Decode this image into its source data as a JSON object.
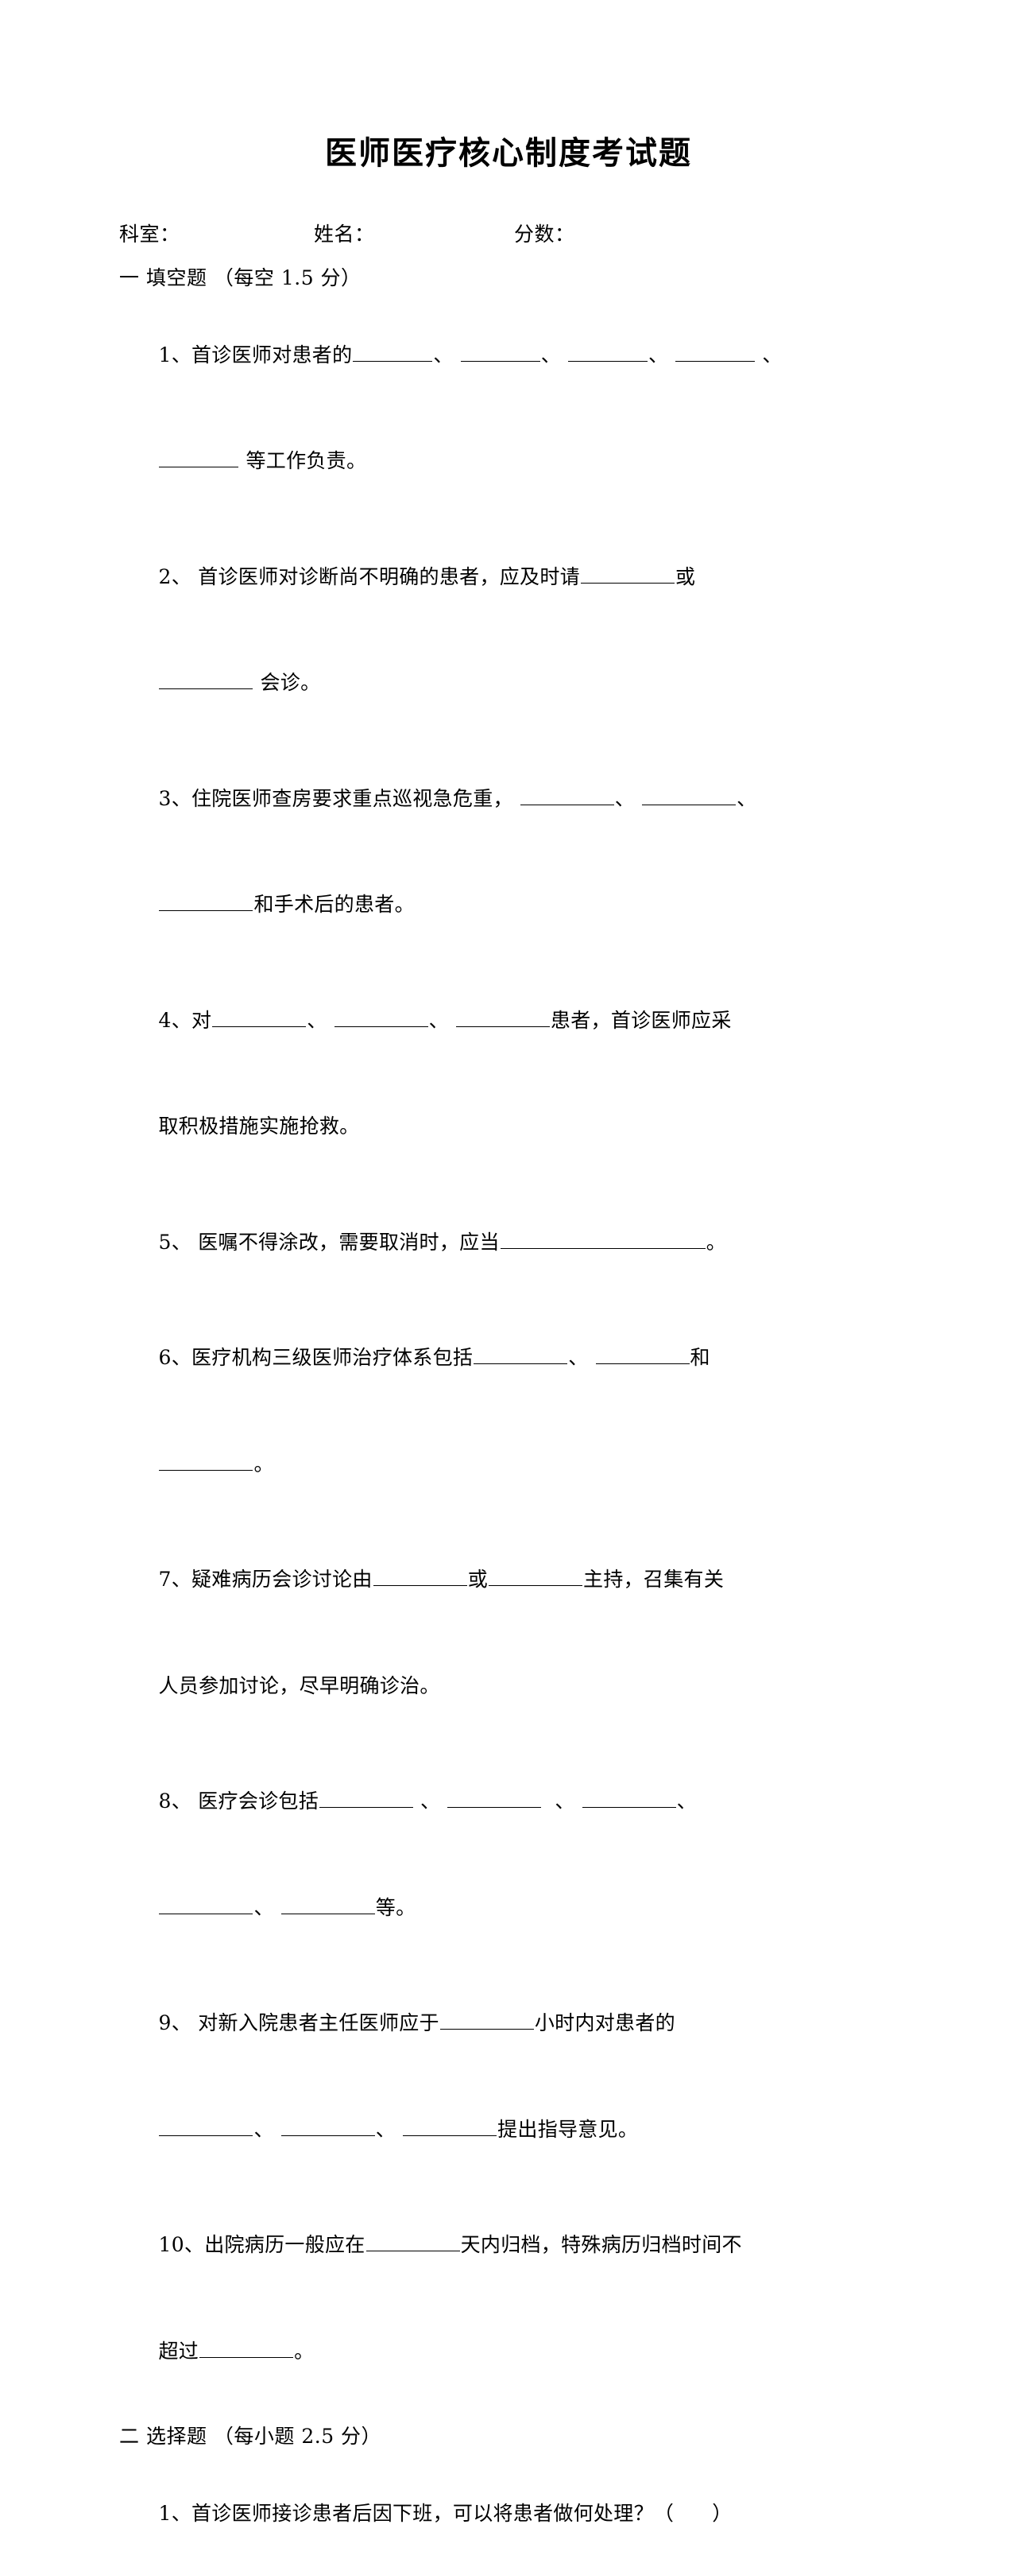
{
  "document": {
    "title": "医师医疗核心制度考试题",
    "meta": {
      "department_label": "科室：",
      "name_label": "姓名：",
      "score_label": "分数："
    },
    "sections": [
      {
        "heading": "一 填空题 （每空 1.5 分）",
        "questions": [
          {
            "number": "1、",
            "lines": [
              "首诊医师对患者的",
              "等工作负责。"
            ],
            "text": "1、首诊医师对患者的________、________、________、________ 、________ 等工作负责。"
          },
          {
            "number": "2、",
            "lines": [
              "首诊医师对诊断尚不明确的患者，应及时请",
              "或",
              "会诊。"
            ],
            "text": "2、 首诊医师对诊断尚不明确的患者，应及时请__________或__________ 会诊。"
          },
          {
            "number": "3、",
            "lines": [
              "住院医师查房要求重点巡视急危重，",
              "和手术后的患者。"
            ],
            "text": "3、住院医师查房要求重点巡视急危重，__________、__________、__________和手术后的患者。"
          },
          {
            "number": "4、",
            "lines": [
              "对",
              "患者，首诊医师应采",
              "取积极措施实施抢救。"
            ],
            "text": "4、对__________、__________、__________患者，首诊医师应采取积极措施实施抢救。"
          },
          {
            "number": "5、",
            "lines": [
              "医嘱不得涂改，需要取消时，应当",
              "。"
            ],
            "text": "5、 医嘱不得涂改，需要取消时，应当____________________。"
          },
          {
            "number": "6、",
            "lines": [
              "医疗机构三级医师治疗体系包括",
              "和",
              "。"
            ],
            "text": "6、医疗机构三级医师治疗体系包括__________、__________和__________。"
          },
          {
            "number": "7、",
            "lines": [
              "疑难病历会诊讨论由",
              "或",
              "主持，召集有关",
              "人员参加讨论，尽早明确诊治。"
            ],
            "text": "7、疑难病历会诊讨论由__________或__________主持，召集有关人员参加讨论，尽早明确诊治。"
          },
          {
            "number": "8、",
            "lines": [
              "医疗会诊包括",
              "等。"
            ],
            "text": "8、 医疗会诊包括__________ 、__________ 、__________、__________、__________等。"
          },
          {
            "number": "9、",
            "lines": [
              "对新入院患者主任医师应于",
              "小时内对患者的",
              "提出指导意见。"
            ],
            "text": "9、 对新入院患者主任医师应于__________小时内对患者的__________、__________、__________提出指导意见。"
          },
          {
            "number": "10、",
            "lines": [
              "出院病历一般应在",
              "天内归档，特殊病历归档时间不",
              "超过",
              "。"
            ],
            "text": "10、出院病历一般应在__________天内归档，特殊病历归档时间不超过__________。"
          }
        ]
      },
      {
        "heading": "二 选择题 （每小题 2.5 分）",
        "questions": [
          {
            "number": "1、",
            "lines": [
              "首诊医师接诊患者后因下班，可以将患者做何处理？（",
              "）"
            ],
            "text": "1、首诊医师接诊患者后因下班，可以将患者做何处理？（    ）"
          }
        ]
      }
    ]
  },
  "fragments": {
    "q1_a": "1、首诊医师对患者的",
    "q1_b": "、",
    "q1_end": "等工作负责。",
    "q2_a": "2、 首诊医师对诊断尚不明确的患者，应及时请",
    "q2_b": "或",
    "q2_end": "会诊。",
    "q3_a": "3、住院医师查房要求重点巡视急危重，",
    "q3_end": "和手术后的患者。",
    "q4_a": "4、对",
    "q4_b": "患者，首诊医师应采",
    "q4_end": "取积极措施实施抢救。",
    "q5_a": "5、 医嘱不得涂改，需要取消时，应当",
    "q5_end": "。",
    "q6_a": "6、医疗机构三级医师治疗体系包括",
    "q6_b": "和",
    "q6_end": "。",
    "q7_a": "7、疑难病历会诊讨论由",
    "q7_b": "或",
    "q7_c": "主持，召集有关",
    "q7_end": "人员参加讨论，尽早明确诊治。",
    "q8_a": "8、 医疗会诊包括",
    "q8_end": "等。",
    "q9_a": "9、 对新入院患者主任医师应于",
    "q9_b": "小时内对患者的",
    "q9_end": "提出指导意见。",
    "q10_a": "10、出院病历一般应在",
    "q10_b": "天内归档，特殊病历归档时间不",
    "q10_c": "超过",
    "q10_end": "。",
    "s2_q1_a": "1、首诊医师接诊患者后因下班，可以将患者做何处理？（",
    "s2_q1_end": "）"
  }
}
